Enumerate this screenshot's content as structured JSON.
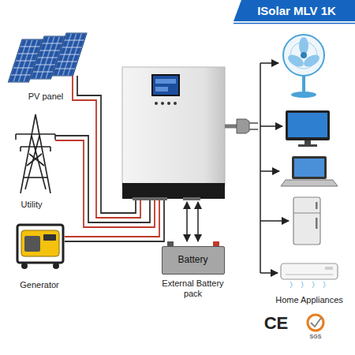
{
  "diagram": {
    "title": "ISolar MLV 1K",
    "nodes": [
      {
        "text": [
          "Battery",
          "External Battery pack"
        ]
      }
    ],
    "labels": [
      "PV panel",
      "Utility",
      "Generator",
      "Home Appliances",
      "CE",
      "SGS"
    ]
  }
}
